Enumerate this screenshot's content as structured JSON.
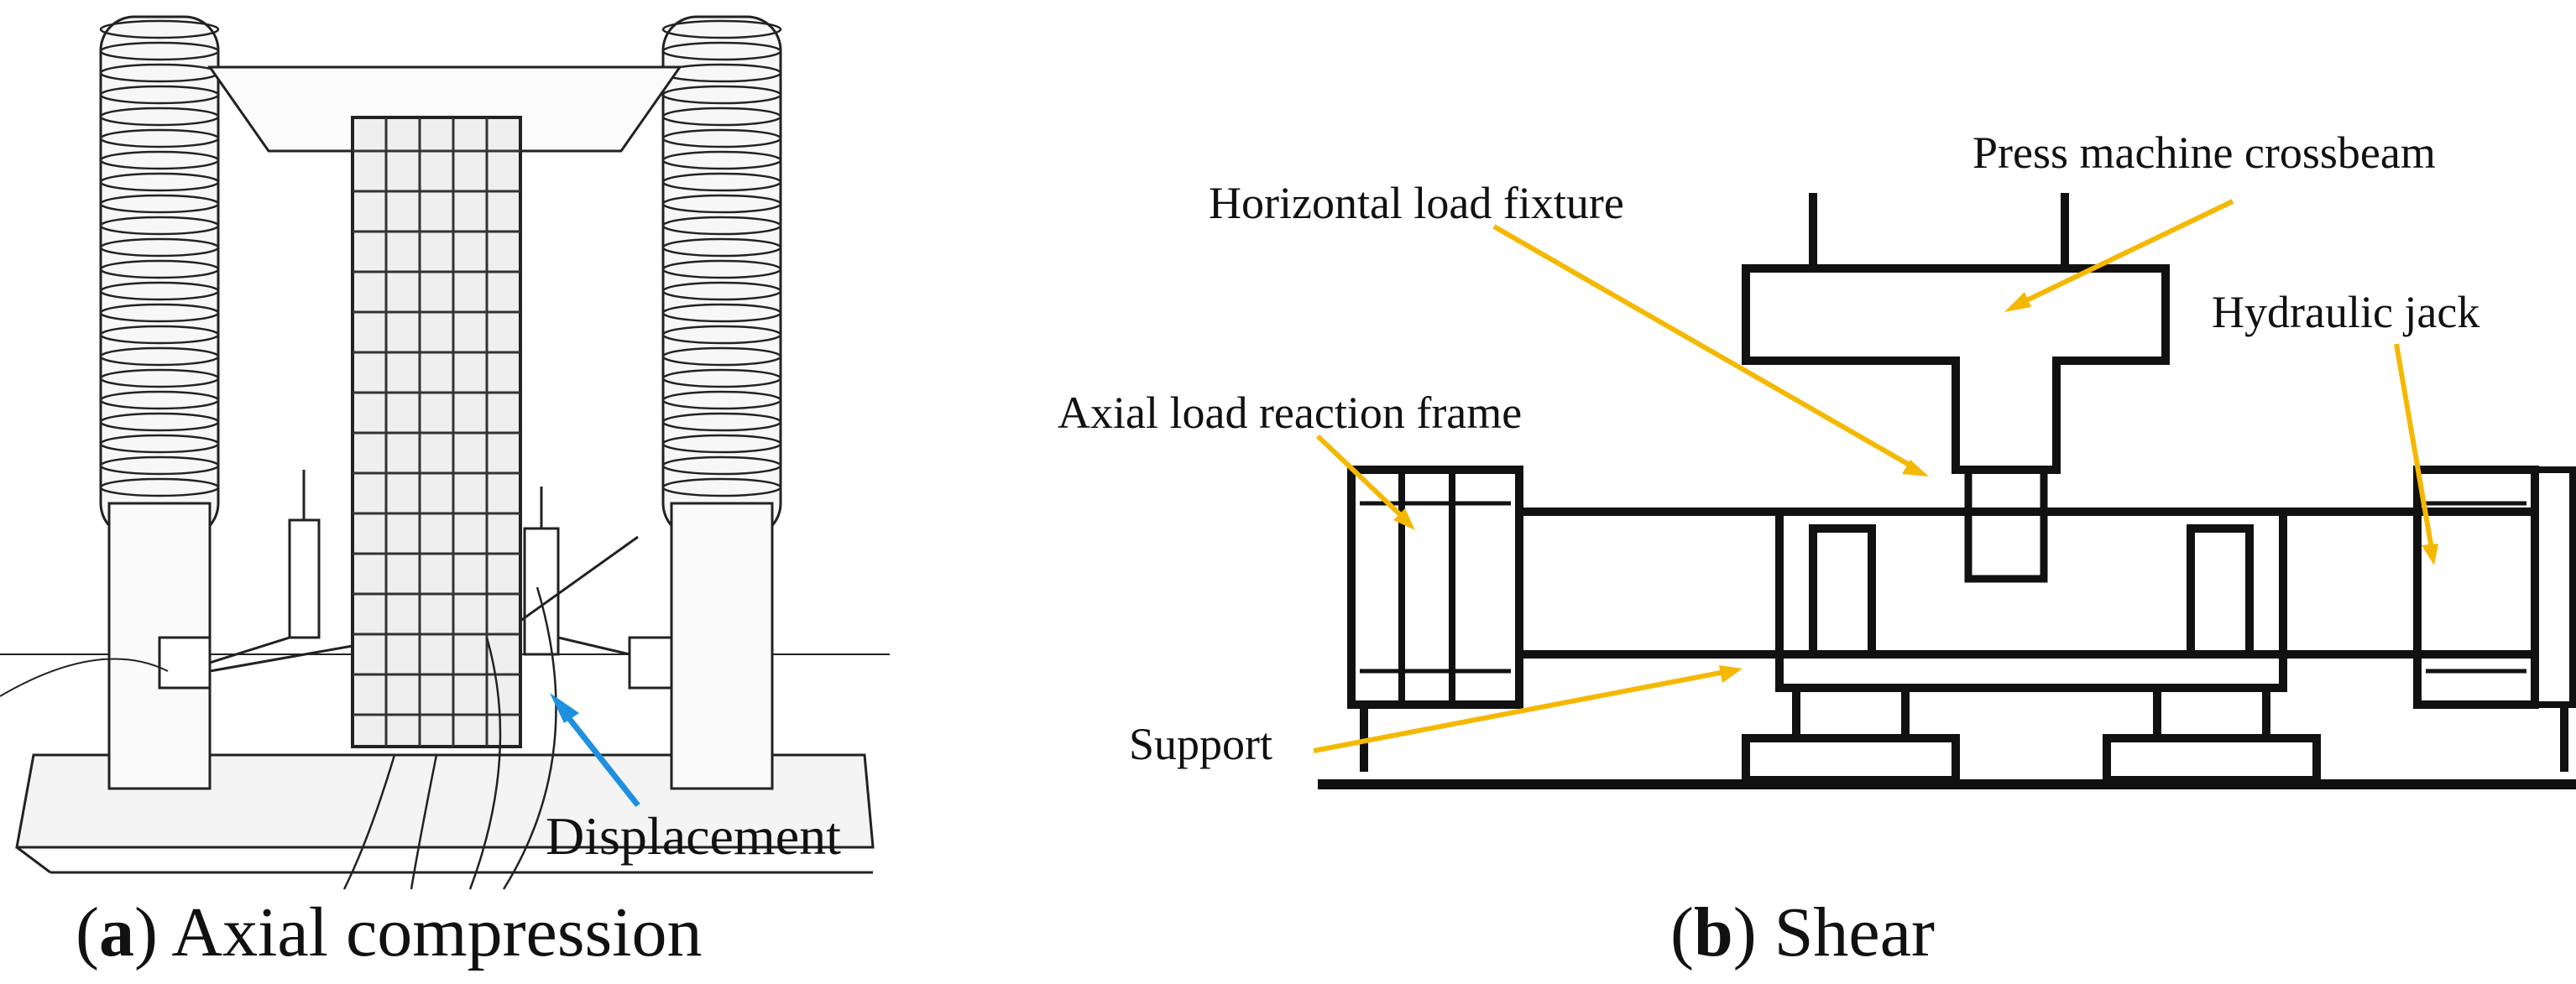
{
  "panel_a": {
    "caption_letter": "a",
    "caption_text": "Axial compression",
    "labels": {
      "displacement": "Displacement"
    }
  },
  "panel_b": {
    "caption_letter": "b",
    "caption_text": "Shear",
    "labels": {
      "press_crossbeam": "Press machine crossbeam",
      "horizontal_fixture": "Horizontal load fixture",
      "hydraulic_jack": "Hydraulic jack",
      "axial_reaction_frame": "Axial load reaction frame",
      "support": "Support"
    }
  },
  "colors": {
    "callout_yellow": "#F5B800",
    "callout_blue": "#1E90E0",
    "line_dark": "#111111"
  }
}
